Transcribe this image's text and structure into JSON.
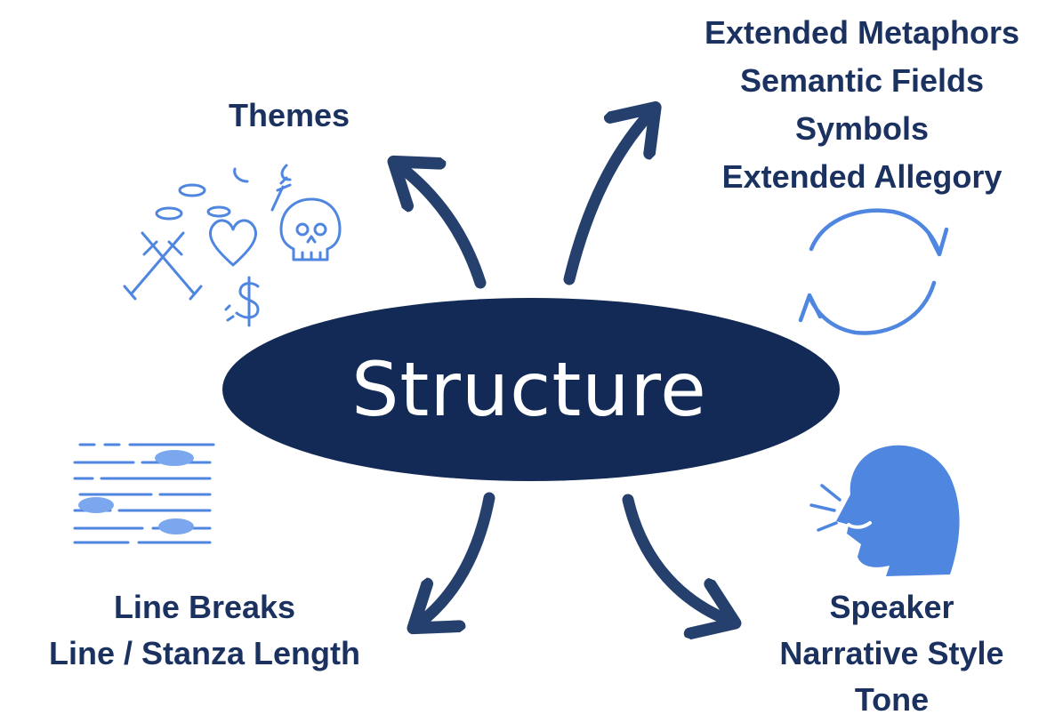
{
  "colors": {
    "ellipse_fill": "#132a56",
    "arrow": "#25406d",
    "label_text": "#1b3260",
    "icon_blue": "#4f86e0",
    "background": "#ffffff"
  },
  "center": {
    "label": "Structure"
  },
  "branches": {
    "top_left": {
      "lines": [
        "Themes"
      ],
      "icon": "theme-doodles-icon"
    },
    "top_right": {
      "lines": [
        "Extended Metaphors",
        "Semantic Fields",
        "Symbols",
        "Extended Allegory"
      ],
      "icon": "cycle-arrows-icon"
    },
    "bottom_left": {
      "lines": [
        "Line Breaks",
        "Line / Stanza Length"
      ],
      "icon": "text-lines-icon"
    },
    "bottom_right": {
      "lines": [
        "Speaker",
        "Narrative Style",
        "Tone"
      ],
      "icon": "speaking-head-icon"
    }
  }
}
